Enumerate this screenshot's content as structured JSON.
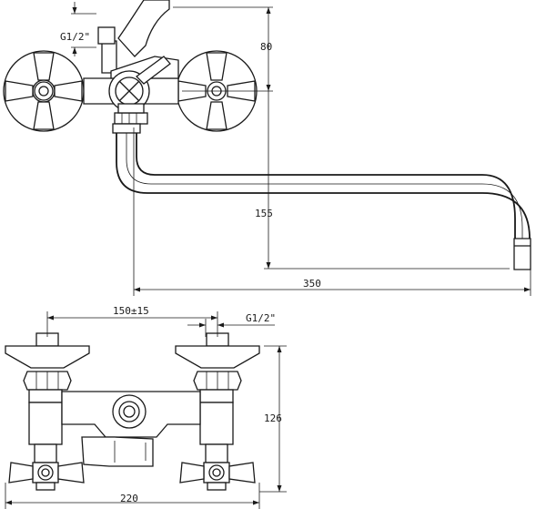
{
  "drawing": {
    "top_view": {
      "thread_label": "G1/2\"",
      "height_label": "80",
      "spout_height_label": "155",
      "spout_length_label": "350"
    },
    "front_view": {
      "spacing_label": "150±15",
      "thread_label": "G1/2\"",
      "height_label": "126",
      "width_label": "220"
    }
  }
}
